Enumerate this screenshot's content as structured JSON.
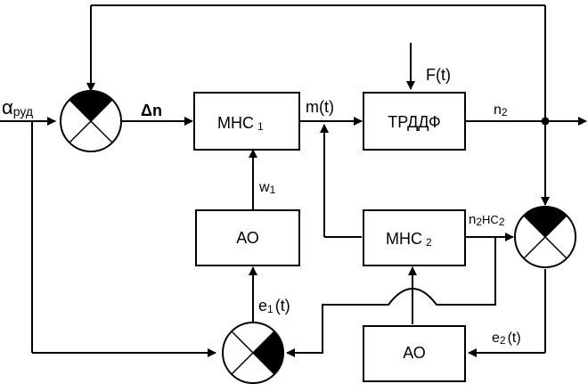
{
  "blocks": {
    "mhs1": {
      "label": "МНС",
      "sub": "1"
    },
    "trddf": {
      "label": "ТРДДФ"
    },
    "ao_left": {
      "label": "АО"
    },
    "mhs2": {
      "label": "МНС",
      "sub": "2"
    },
    "ao_bottom": {
      "label": "АО"
    }
  },
  "signals": {
    "alpha": {
      "main": "α",
      "sub": "руд"
    },
    "delta_n": {
      "main": "Δn"
    },
    "m_t": {
      "main": "m(t)"
    },
    "f_t": {
      "main": "F(t)"
    },
    "n2": {
      "main": "n",
      "sub": "2"
    },
    "w1": {
      "main": "w",
      "sub": "1"
    },
    "n2_hc2": {
      "main": "n",
      "sub1": "2",
      "mid": "НС",
      "sub2": "2"
    },
    "e1": {
      "main": "e",
      "sub": "1",
      "tail": "(t)"
    },
    "e2": {
      "main": "e",
      "sub": "2",
      "tail": "(t)"
    }
  }
}
